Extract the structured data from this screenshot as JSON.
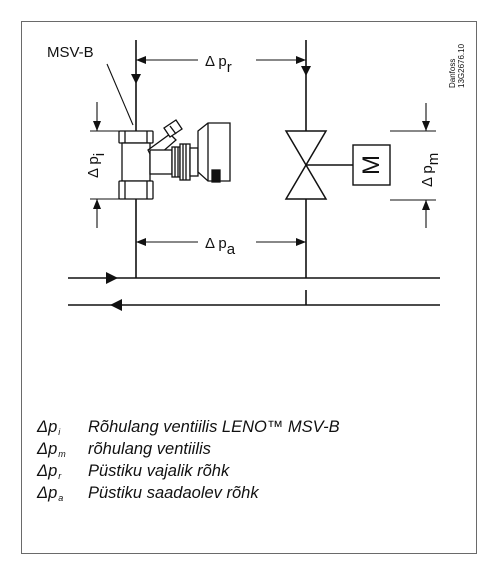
{
  "diagram": {
    "valve_label": "MSV-B",
    "dp_r": {
      "base": "Δ p",
      "sub": "r"
    },
    "dp_i": {
      "base": "Δ p",
      "sub": "i"
    },
    "dp_m": {
      "base": "Δ p",
      "sub": "m"
    },
    "dp_a": {
      "base": "Δ p",
      "sub": "a"
    },
    "actuator_symbol": "M",
    "watermark": [
      "Danfoss",
      "13G2676.10"
    ]
  },
  "legend": [
    {
      "symbol": "Δp",
      "sub": "i",
      "text": "Rõhulang ventiilis LENO™ MSV-B"
    },
    {
      "symbol": "Δp",
      "sub": "m",
      "text": "rõhulang ventiilis"
    },
    {
      "symbol": "Δp",
      "sub": "r",
      "text": "Püstiku vajalik rõhk"
    },
    {
      "symbol": "Δp",
      "sub": "a",
      "text": "Püstiku saadaolev rõhk"
    }
  ]
}
